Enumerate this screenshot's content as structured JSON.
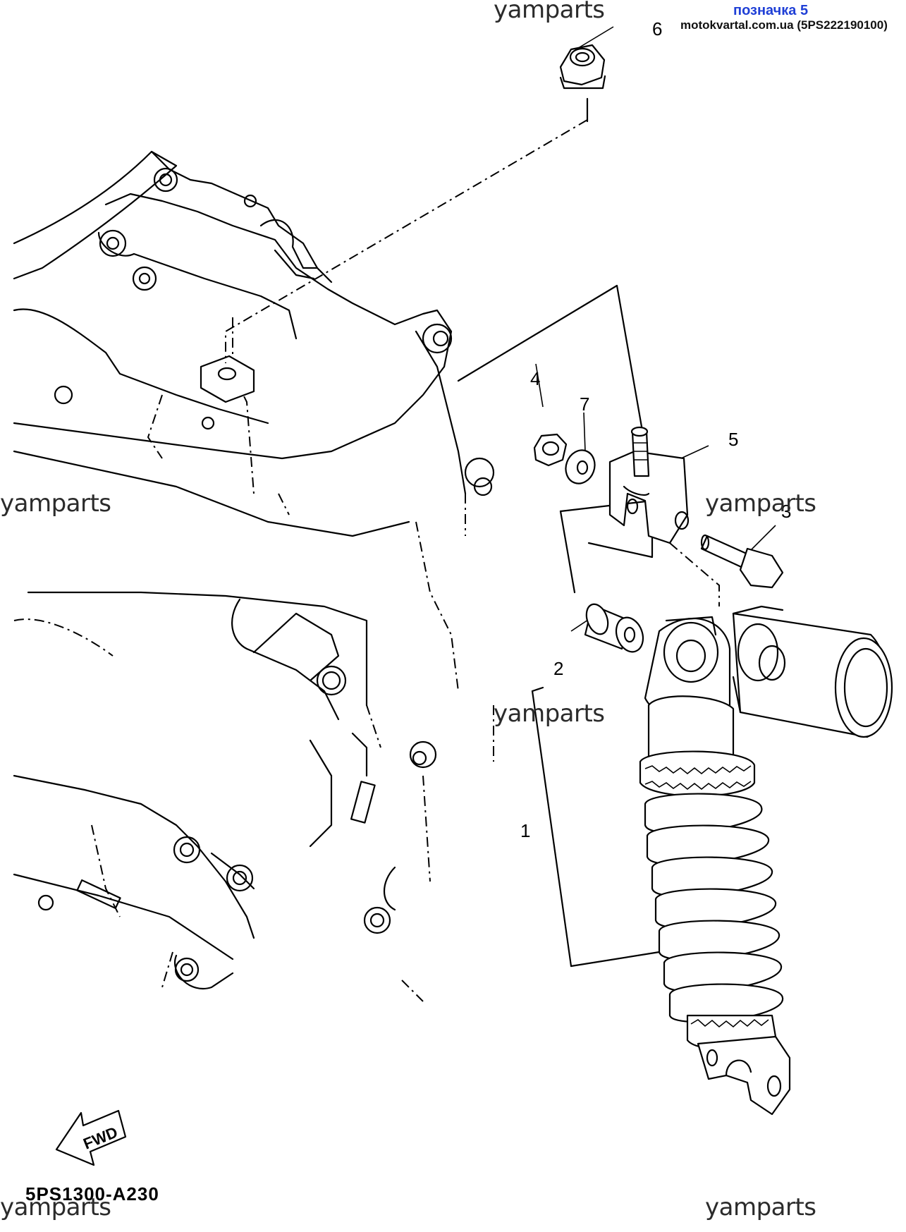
{
  "header": {
    "title": "позначка 5",
    "source": "motokvartal.com.ua (5PS222190100)"
  },
  "watermark": "yamparts",
  "diagram_code": "5PS1300-A230",
  "fwd_label": "FWD",
  "callouts": [
    "1",
    "2",
    "3",
    "4",
    "5",
    "6",
    "7"
  ]
}
